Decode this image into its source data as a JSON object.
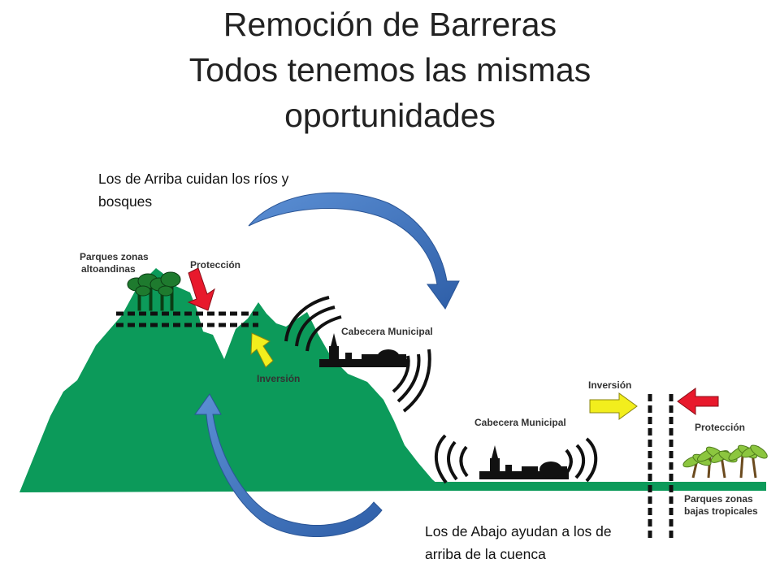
{
  "title": {
    "line1": "Remoción de Barreras",
    "line2": "Todos tenemos las mismas",
    "line3": "oportunidades"
  },
  "notes": {
    "top": "Los de Arriba cuidan los ríos y bosques",
    "bottom": "Los de Abajo ayudan a los de arriba de la cuenca"
  },
  "labels": {
    "parques_alto_1": "Parques zonas",
    "parques_alto_2": "altoandinas",
    "proteccion_alto": "Protección",
    "inversion_alto": "Inversión",
    "cabecera_alta": "Cabecera Municipal",
    "cabecera_baja": "Cabecera Municipal",
    "inversion_bajo": "Inversión",
    "proteccion_bajo": "Protección",
    "parques_bajo_1": "Parques zonas",
    "parques_bajo_2": "bajas tropicales"
  },
  "colors": {
    "mountain": "#0c9a5a",
    "cycle_arrow": "#3a6fb6",
    "protection_arrow": "#e8192c",
    "investment_arrow": "#f2ee1d",
    "trees": "#1e7a2e",
    "palms": "#8cc63f",
    "town": "#111111"
  },
  "icons": [
    "cycle-arrow-icon",
    "protection-arrow-icon",
    "investment-arrow-icon",
    "tree-icon",
    "palm-icon",
    "town-silhouette-icon"
  ]
}
